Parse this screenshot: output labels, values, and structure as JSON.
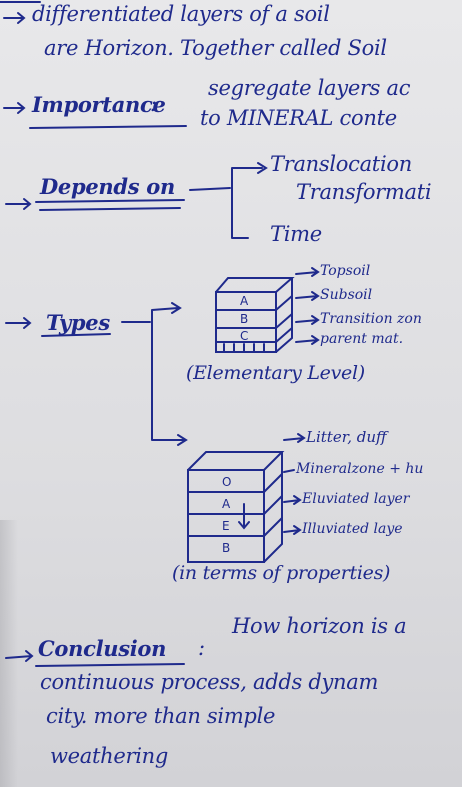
{
  "intro": {
    "line1": "differentiated layers of a soil",
    "line2": "are Horizon. Together called Soil"
  },
  "importance": {
    "heading": "Importance",
    "text1": "segregate layers ac",
    "text2": "to MINERAL conte"
  },
  "depends_on": {
    "heading": "Depends on",
    "items": [
      "Translocation",
      "Transformati",
      "Time"
    ]
  },
  "types": {
    "heading": "Types",
    "elementary": {
      "layers": [
        "A",
        "B",
        "C"
      ],
      "labels": [
        "Topsoil",
        "Subsoil",
        "Transition zon",
        "parent mat."
      ],
      "caption": "(Elementary Level)"
    },
    "properties": {
      "layers": [
        "O",
        "A",
        "E",
        "B"
      ],
      "labels": [
        "Litter, duff",
        "Mineralzone + hu",
        "Eluviated layer",
        "Illuviated laye"
      ],
      "caption": "(in terms of properties)"
    }
  },
  "conclusion": {
    "heading": "Conclusion",
    "text1": "How horizon is a",
    "text2": "continuous process, adds dynam",
    "text3": "city. more than simple",
    "text4": "weathering"
  }
}
